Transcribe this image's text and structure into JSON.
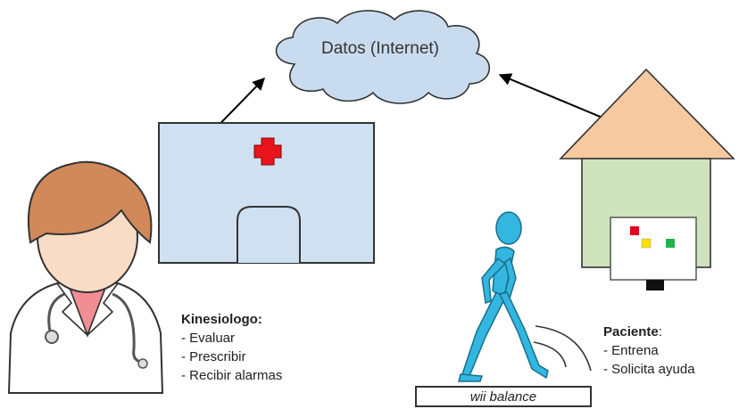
{
  "cloud": {
    "label": "Datos (Internet)"
  },
  "kinesiologo": {
    "title": "Kinesiologo:",
    "items": [
      "- Evaluar",
      "- Prescribir",
      "- Recibir alarmas"
    ]
  },
  "paciente": {
    "title": "Paciente",
    "title_suffix": ":",
    "items": [
      "- Entrena",
      "- Solicita ayuda"
    ]
  },
  "board": {
    "label": "wii balance"
  },
  "colors": {
    "cloud_fill": "#c9dcef",
    "hospital_fill": "#cfe0f1",
    "cross": "#e8141b",
    "roof": "#f7c9a0",
    "house_wall": "#cfe3bd",
    "hair": "#d1895a",
    "skin": "#f9dcc6",
    "neck": "#f08d95",
    "figure": "#33b6e0",
    "led_red": "#e0001b",
    "led_yellow": "#ffe000",
    "led_green": "#22b24c"
  }
}
